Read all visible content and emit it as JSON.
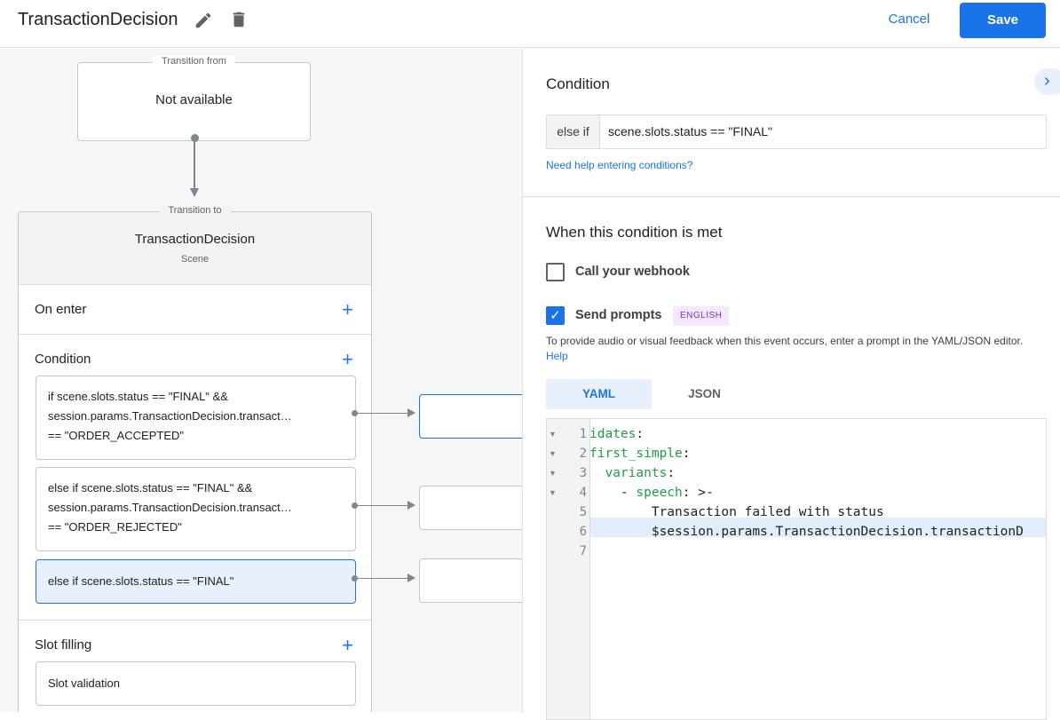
{
  "header": {
    "title": "TransactionDecision",
    "cancel_label": "Cancel",
    "save_label": "Save"
  },
  "flow": {
    "from_legend": "Transition from",
    "from_value": "Not available",
    "to_legend": "Transition to",
    "scene_name": "TransactionDecision",
    "scene_type": "Scene",
    "on_enter": "On enter",
    "condition": "Condition",
    "slot_filling": "Slot filling",
    "slot_validation": "Slot validation",
    "conditions": [
      {
        "lines": [
          "if scene.slots.status == \"FINAL\" &&",
          "session.params.TransactionDecision.transact…",
          "== \"ORDER_ACCEPTED\""
        ]
      },
      {
        "lines": [
          "else if scene.slots.status == \"FINAL\" &&",
          "session.params.TransactionDecision.transact…",
          "== \"ORDER_REJECTED\""
        ]
      },
      {
        "lines": [
          "else if scene.slots.status == \"FINAL\""
        ]
      }
    ]
  },
  "panel": {
    "condition_title": "Condition",
    "cond_prefix": "else if",
    "cond_value": "scene.slots.status == \"FINAL\"",
    "help_link": "Need help entering conditions?",
    "met_title": "When this condition is met",
    "webhook_label": "Call your webhook",
    "webhook_checked": false,
    "prompts_label": "Send prompts",
    "prompts_checked": true,
    "lang_badge": "ENGLISH",
    "info_text": "To provide audio or visual feedback when this event occurs, enter a prompt in the YAML/JSON editor.",
    "info_link": "Help",
    "tabs": [
      "YAML",
      "JSON"
    ],
    "active_tab": "YAML",
    "code": [
      {
        "n": "1",
        "key": "idates",
        "rest": ":"
      },
      {
        "n": "2",
        "key": "first_simple",
        "rest": ":"
      },
      {
        "n": "3",
        "indent": "  ",
        "key": "variants",
        "rest": ":"
      },
      {
        "n": "4",
        "indent": "    - ",
        "key": "speech",
        "rest": ": >-"
      },
      {
        "n": "5",
        "text": "        Transaction failed with status"
      },
      {
        "n": "6",
        "text": "        $session.params.TransactionDecision.transactionD"
      },
      {
        "n": "7",
        "text": ""
      }
    ]
  },
  "colors": {
    "accent": "#1a73e8",
    "selected_bg": "#e8f0fe",
    "badge_bg": "#f3e8fd",
    "badge_fg": "#8430ce",
    "yaml_key": "#1e9e44"
  }
}
